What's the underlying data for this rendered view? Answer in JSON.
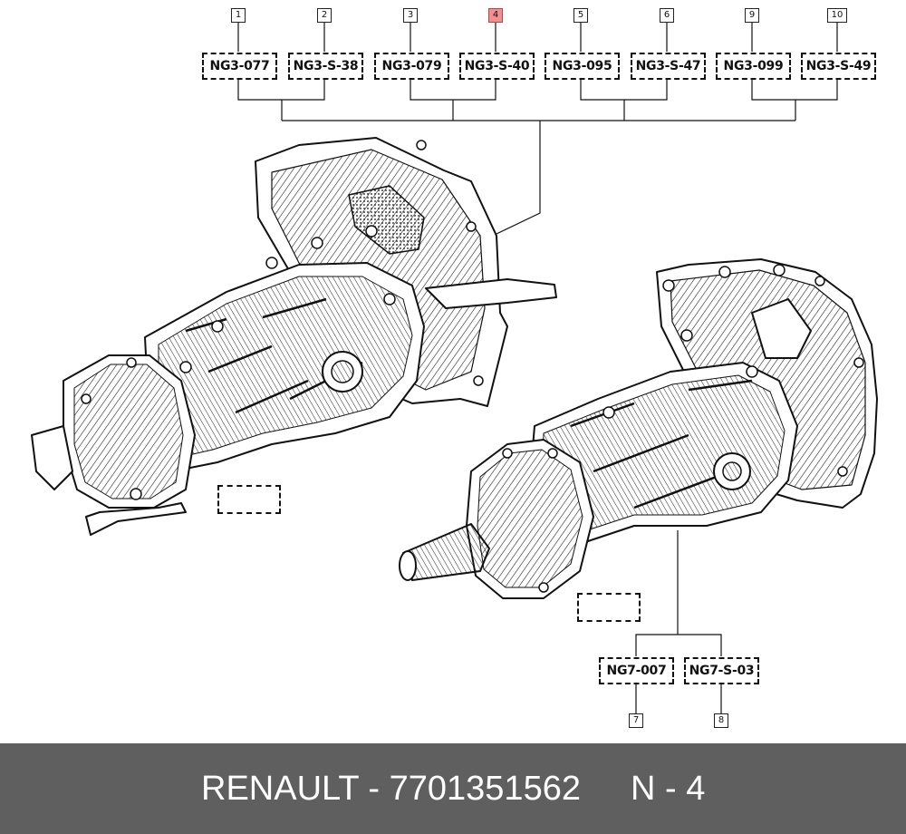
{
  "callouts": {
    "top": [
      {
        "num": "1",
        "code": "NG3-077",
        "active": false
      },
      {
        "num": "2",
        "code": "NG3-S-38",
        "active": false
      },
      {
        "num": "3",
        "code": "NG3-079",
        "active": false
      },
      {
        "num": "4",
        "code": "NG3-S-40",
        "active": true
      },
      {
        "num": "5",
        "code": "NG3-095",
        "active": false
      },
      {
        "num": "6",
        "code": "NG3-S-47",
        "active": false
      },
      {
        "num": "9",
        "code": "NG3-099",
        "active": false
      },
      {
        "num": "10",
        "code": "NG3-S-49",
        "active": false
      }
    ],
    "bottom": [
      {
        "num": "7",
        "code": "NG7-007",
        "active": false
      },
      {
        "num": "8",
        "code": "NG7-S-03",
        "active": false
      }
    ]
  },
  "footer": {
    "part_label": "RENAULT - 7701351562",
    "position_label": "N - 4"
  },
  "colors": {
    "highlight": "#f28f8f",
    "footer_bg": "#5f5f5f",
    "footer_text": "#ffffff",
    "line": "#111111"
  }
}
